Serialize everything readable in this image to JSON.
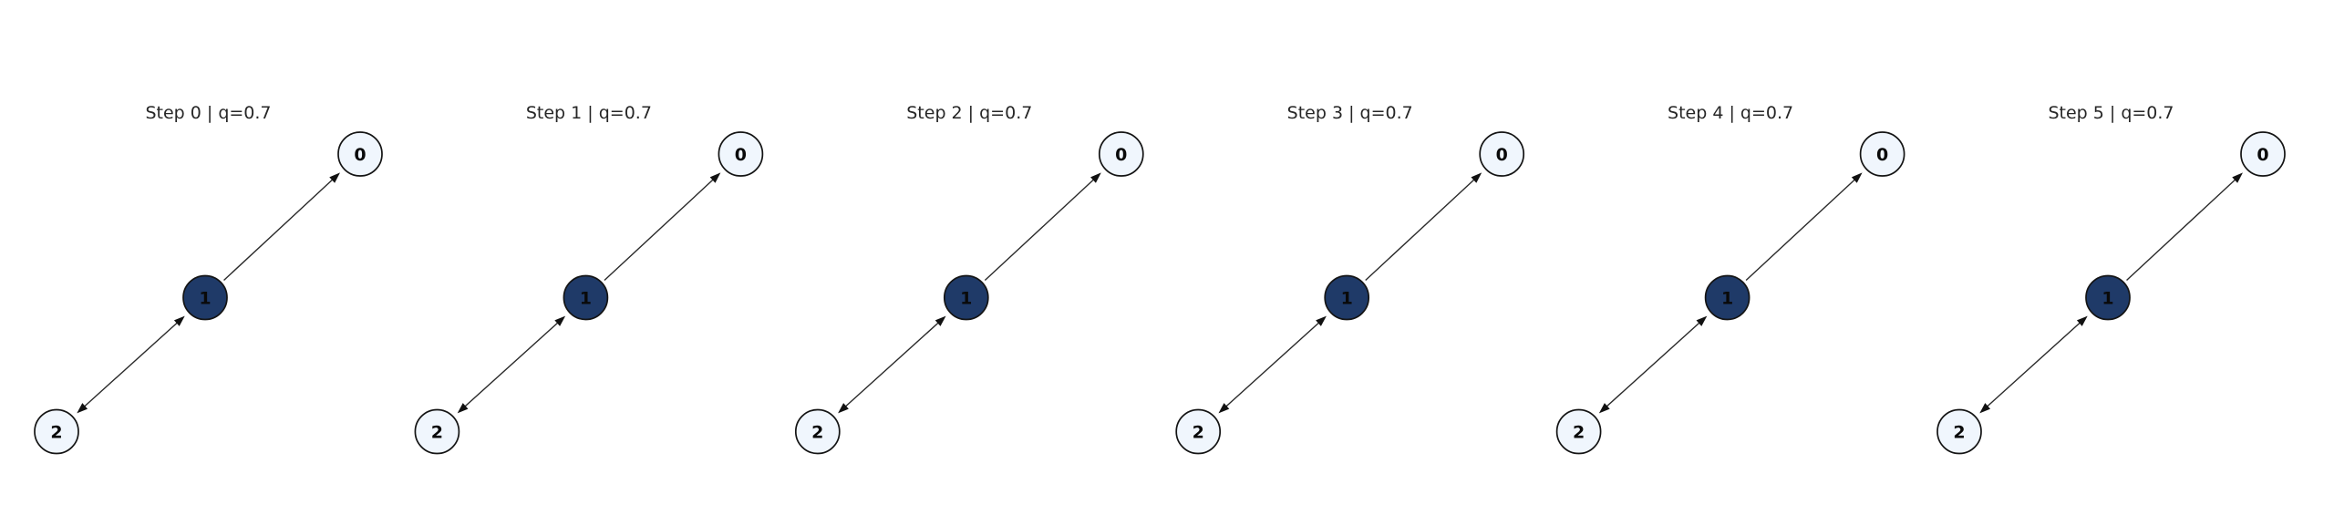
{
  "figure": {
    "background": "#ffffff",
    "q_value": "0.7"
  },
  "diagram": {
    "type": "directed-graph-step-sequence",
    "panels": [
      {
        "step": 0,
        "title": "Step 0 | q=0.7"
      },
      {
        "step": 1,
        "title": "Step 1 | q=0.7"
      },
      {
        "step": 2,
        "title": "Step 2 | q=0.7"
      },
      {
        "step": 3,
        "title": "Step 3 | q=0.7"
      },
      {
        "step": 4,
        "title": "Step 4 | q=0.7"
      },
      {
        "step": 5,
        "title": "Step 5 | q=0.7"
      }
    ],
    "nodes": [
      {
        "id": "0",
        "label": "0",
        "variant": "inactive"
      },
      {
        "id": "1",
        "label": "1",
        "variant": "active"
      },
      {
        "id": "2",
        "label": "2",
        "variant": "inactive"
      }
    ],
    "edges": [
      {
        "source": "1",
        "target": "0",
        "bidirectional": false
      },
      {
        "source": "1",
        "target": "2",
        "bidirectional": true
      }
    ],
    "colors": {
      "node_active_fill": "#1f3a68",
      "node_inactive_fill": "#f0f6fd",
      "node_stroke": "#141414",
      "edge_stroke": "#2a2a2a",
      "arrow_fill": "#111111",
      "title_text": "#262626",
      "label_text": "#0a0a0a",
      "background": "#ffffff"
    }
  }
}
